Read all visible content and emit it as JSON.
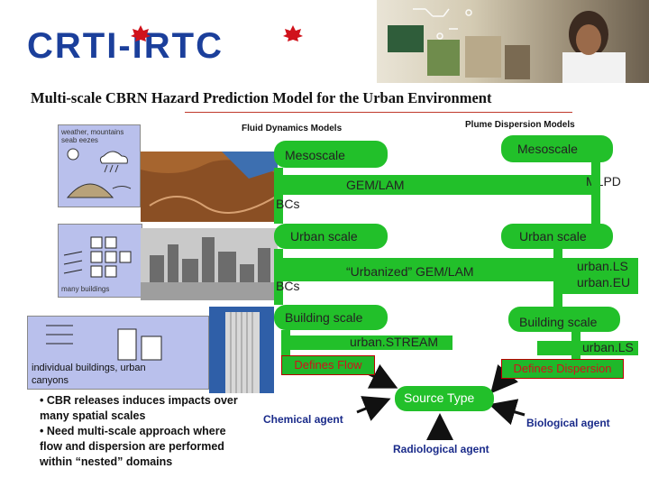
{
  "header": {
    "logo_text": "CRTI-IRTC",
    "title": "Multi-scale CBRN Hazard Prediction Model for the Urban Environment"
  },
  "columns": {
    "fluid": "Fluid Dynamics Models",
    "plume": "Plume Dispersion Models"
  },
  "fluid_chain": {
    "meso": "Mesoscale",
    "gem": "GEM/LAM",
    "bcs1": "BCs",
    "urban": "Urban scale",
    "urbanized": "“Urbanized” GEM/LAM",
    "bcs2": "BCs",
    "building": "Building scale",
    "stream": "urban.STREAM",
    "defines_flow": "Defines Flow"
  },
  "plume_chain": {
    "meso": "Mesoscale",
    "mlpd": "MLPD",
    "urban": "Urban scale",
    "urbanls_eu": [
      "urban.LS",
      "urban.EU"
    ],
    "building": "Building scale",
    "urbanls": "urban.LS",
    "defines_dispersion": "Defines Dispersion"
  },
  "source": {
    "label": "Source Type",
    "agents": {
      "chemical": "Chemical agent",
      "radiological": "Radiological agent",
      "biological": "Biological agent"
    }
  },
  "thumbnails": {
    "t1": "weather, mountains, seab eezes",
    "t2": "many buildings",
    "t3": "individual buildings, urban canyons"
  },
  "bullets": [
    "• CBR releases induces impacts over many spatial scales",
    "• Need multi-scale approach where flow and dispersion are performed within “nested” domains"
  ],
  "colors": {
    "bar_green": "#22c02a",
    "arrow_black": "#111111",
    "accent_red": "#d0121b",
    "agent_blue": "#1a2b8a"
  }
}
